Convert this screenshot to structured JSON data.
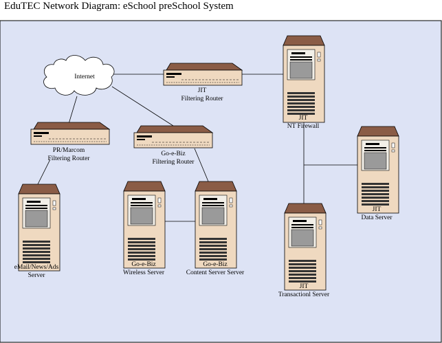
{
  "title": "EduTEC Network Diagram:  eSchool preSchool System",
  "colors": {
    "background": "#dde3f5",
    "server_body": "#efd9c0",
    "router_top": "#8a5c46",
    "line": "#000000"
  },
  "nodes": {
    "internet": {
      "icon": "cloud-icon",
      "label": "Internet"
    },
    "jit_router": {
      "icon": "router-icon",
      "label1": "JIT",
      "label2": "Filtering Router"
    },
    "jit_firewall": {
      "icon": "server-icon",
      "label1": "JIT",
      "label2": "NT Firewall"
    },
    "pr_router": {
      "icon": "router-icon",
      "label1": "PR/Marcom",
      "label2": "Filtering Router"
    },
    "goebiz_router": {
      "icon": "router-icon",
      "label1": "Go-e-Biz",
      "label2": "Filtering Router"
    },
    "email_server": {
      "icon": "server-icon",
      "label1": "eMail/News/Ads",
      "label2": "Server"
    },
    "wireless_server": {
      "icon": "server-icon",
      "label1": "Go-e-Biz",
      "label2": "Wireless   Server"
    },
    "content_server": {
      "icon": "server-icon",
      "label1": "Go-e-Biz",
      "label2": "Content Server Server"
    },
    "data_server": {
      "icon": "server-icon",
      "label1": "JIT",
      "label2": "Data Server"
    },
    "transaction_server": {
      "icon": "server-icon",
      "label1": "JIT",
      "label2": "Transactionl Server"
    }
  }
}
